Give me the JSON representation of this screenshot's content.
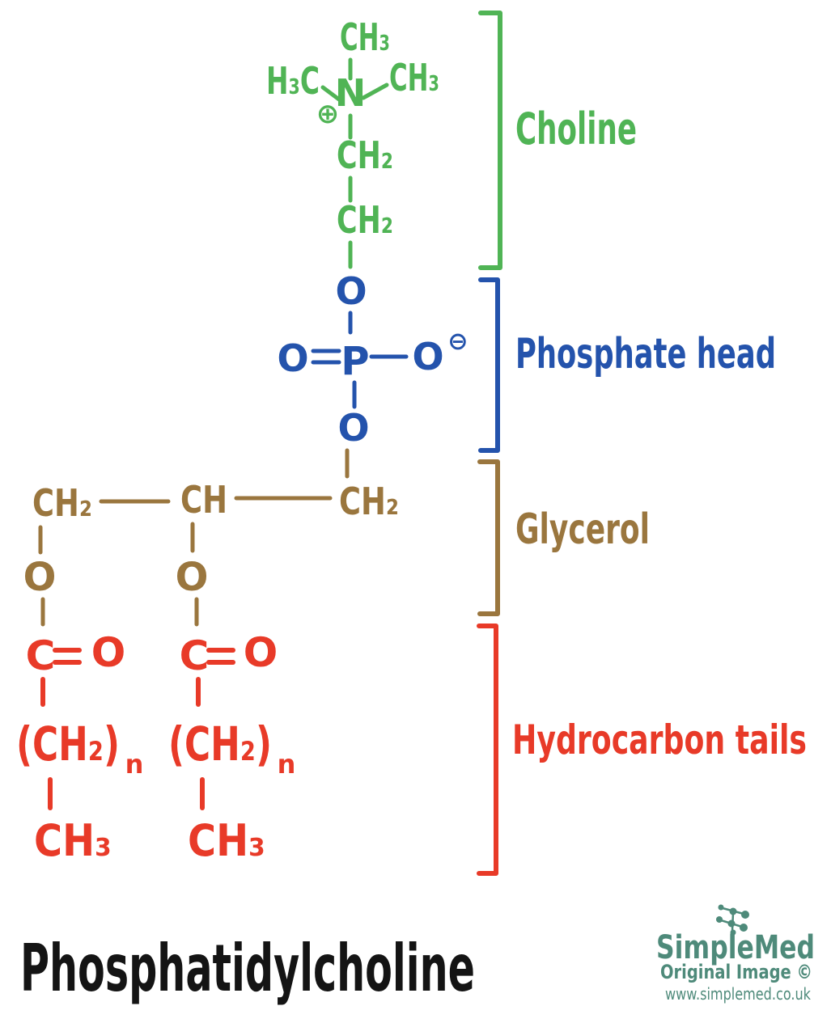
{
  "title": "Phosphatidylcholine",
  "section_labels": {
    "choline": "Choline",
    "phosphate": "Phosphate head",
    "glycerol": "Glycerol",
    "hydrocarbon": "Hydrocarbon tails"
  },
  "molecule": {
    "choline": {
      "ch3_top": "CH₃",
      "h3c_left": "H₃C",
      "ch3_right": "CH₃",
      "nitrogen": "N",
      "plus_charge": "⊕",
      "ch2_upper": "CH₂",
      "ch2_lower": "CH₂"
    },
    "phosphate": {
      "o_top": "O",
      "o_left": "O",
      "p": "P",
      "o_right": "O",
      "minus_charge": "⊖",
      "o_bottom": "O"
    },
    "glycerol": {
      "ch2_left": "CH₂",
      "ch_center": "CH",
      "ch2_right": "CH₂",
      "o_left": "O",
      "o_center": "O"
    },
    "tails": {
      "left": {
        "c": "C",
        "o": "O",
        "chain": "(CH₂)",
        "chain_sub": "n",
        "ch3": "CH₃"
      },
      "right": {
        "c": "C",
        "o": "O",
        "chain": "(CH₂)",
        "chain_sub": "n",
        "ch3": "CH₃"
      }
    }
  },
  "watermark": {
    "brand": "SimpleMed",
    "line2": "Original Image ©",
    "url": "www.simplemed.co.uk"
  },
  "colors": {
    "choline_green": "#50b455",
    "phosphate_blue": "#2453ac",
    "glycerol_brown": "#9a763e",
    "tails_red": "#e83a28",
    "logo_teal": "#4e8a7a",
    "title_black": "#141414"
  }
}
